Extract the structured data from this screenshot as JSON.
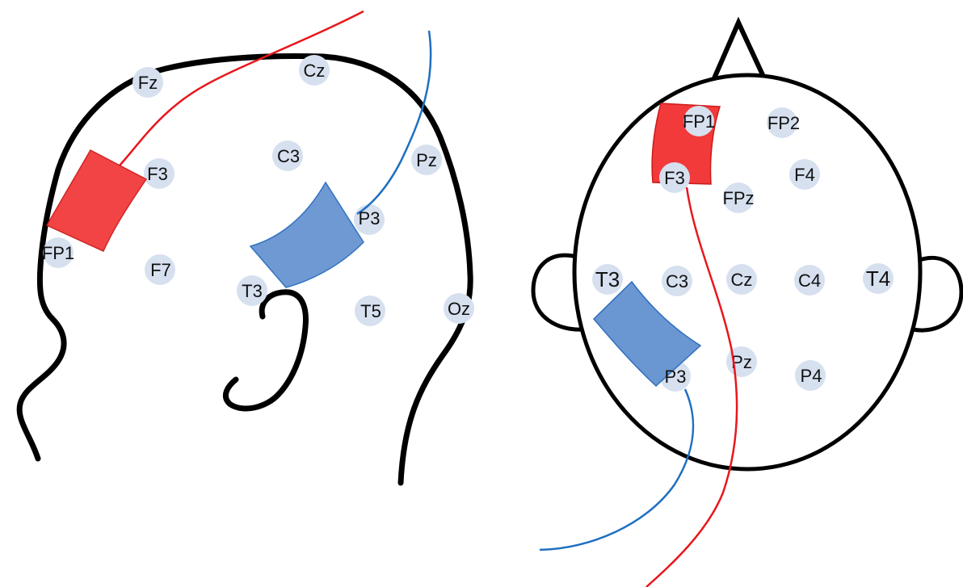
{
  "colors": {
    "outline": "#000000",
    "electrode_dot": "#d6e0ef",
    "anode_pad": "#f23a3a",
    "anode_pad_edge": "#cc1b1b",
    "anode_wire": "#e8171c",
    "cathode_pad": "#6a96d2",
    "cathode_pad_edge": "#2e6fbf",
    "cathode_wire": "#1f6fc0"
  },
  "side_view": {
    "electrodes": [
      {
        "key": "fz",
        "label": "Fz"
      },
      {
        "key": "cz",
        "label": "Cz"
      },
      {
        "key": "f3",
        "label": "F3"
      },
      {
        "key": "c3",
        "label": "C3"
      },
      {
        "key": "pz",
        "label": "Pz"
      },
      {
        "key": "p3",
        "label": "P3"
      },
      {
        "key": "fp1",
        "label": "FP1"
      },
      {
        "key": "f7",
        "label": "F7"
      },
      {
        "key": "t3",
        "label": "T3"
      },
      {
        "key": "t5",
        "label": "T5"
      },
      {
        "key": "oz",
        "label": "Oz"
      }
    ],
    "pads": {
      "red_over": "F3 / FP1",
      "blue_over": "P3 / T3"
    }
  },
  "top_view": {
    "electrodes": [
      {
        "key": "fp1",
        "label": "FP1"
      },
      {
        "key": "fp2",
        "label": "FP2"
      },
      {
        "key": "f3",
        "label": "F3"
      },
      {
        "key": "f4",
        "label": "F4"
      },
      {
        "key": "fpz",
        "label": "FPz"
      },
      {
        "key": "t3",
        "label": "T3"
      },
      {
        "key": "c3",
        "label": "C3"
      },
      {
        "key": "cz",
        "label": "Cz"
      },
      {
        "key": "c4",
        "label": "C4"
      },
      {
        "key": "t4",
        "label": "T4"
      },
      {
        "key": "pz",
        "label": "Pz"
      },
      {
        "key": "p3",
        "label": "P3"
      },
      {
        "key": "p4",
        "label": "P4"
      }
    ],
    "pads": {
      "red_over": "FP1 / F3",
      "blue_over": "T3 / P3"
    }
  }
}
